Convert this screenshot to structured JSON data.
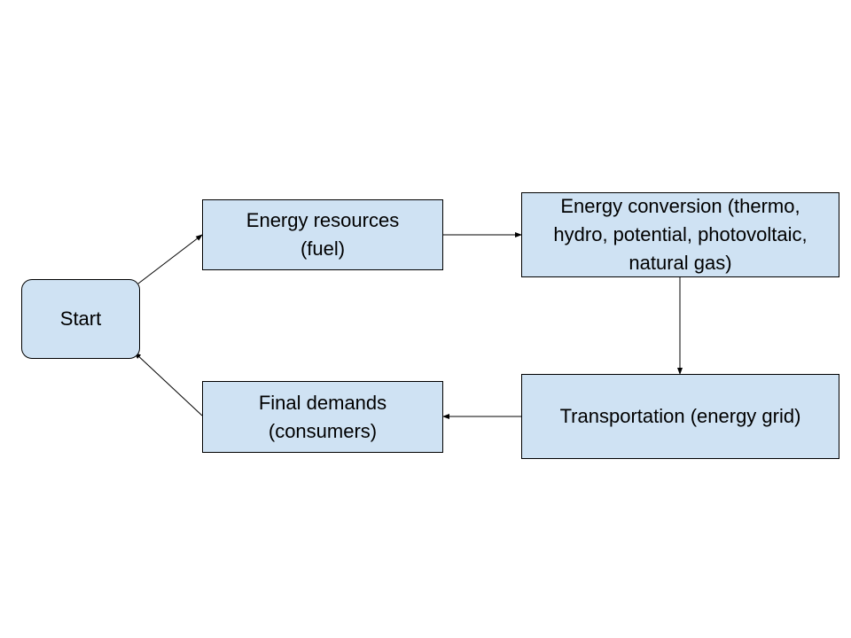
{
  "diagram": {
    "nodes": {
      "start": {
        "label": "Start"
      },
      "resources": {
        "label": "Energy resources (fuel)"
      },
      "conversion": {
        "label": "Energy conversion (thermo, hydro, potential, photovoltaic, natural gas)"
      },
      "transport": {
        "label": "Transportation (energy grid)"
      },
      "demands": {
        "label": "Final demands (consumers)"
      }
    },
    "edges": [
      {
        "from": "start",
        "to": "resources"
      },
      {
        "from": "resources",
        "to": "conversion"
      },
      {
        "from": "conversion",
        "to": "transport"
      },
      {
        "from": "transport",
        "to": "demands"
      },
      {
        "from": "demands",
        "to": "start"
      }
    ],
    "colors": {
      "node_fill": "#cfe2f3",
      "node_border": "#000000",
      "edge": "#000000"
    }
  }
}
